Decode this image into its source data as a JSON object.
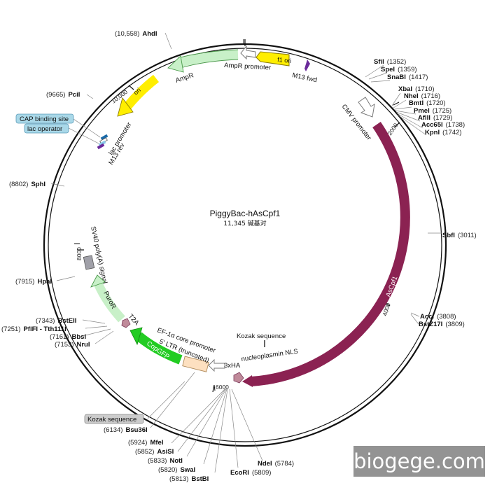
{
  "plasmid": {
    "name": "PiggyBac-hAsCpf1",
    "length_label": "11,345 碱基对"
  },
  "ticks": [
    "2000",
    "4000",
    "6000",
    "8000",
    "10,000"
  ],
  "features": {
    "f1_ori": "f1 ori",
    "m13_fwd": "M13 fwd",
    "ampr_promoter": "AmpR promoter",
    "ampr": "AmpR",
    "ori": "ori",
    "lac_promoter": "lac promoter",
    "m13_rev": "M13 rev",
    "cmv_promoter": "CMV promoter",
    "ascpf1": "AsCpf1",
    "kozak": "Kozak sequence",
    "np_nls": "nucleoplasmin NLS",
    "threexha": "3xHA",
    "ef1a": "EF-1α core promoter",
    "ltr5": "5' LTR (truncated)",
    "copgfp": "CopGFP",
    "t2a": "T2A",
    "puror": "PuroR",
    "sv40": "SV40 poly(A) signal"
  },
  "boxed_labels": {
    "cap": "CAP binding site",
    "lac_operator": "lac operator",
    "kozak_box": "Kozak sequence"
  },
  "sites": {
    "ahdi": {
      "name": "AhdI",
      "pos": "(10,558)"
    },
    "pcii": {
      "name": "PciI",
      "pos": "(9665)"
    },
    "sphi": {
      "name": "SphI",
      "pos": "(8802)"
    },
    "hpai": {
      "name": "HpaI",
      "pos": "(7915)"
    },
    "bsteii": {
      "name": "BstEII",
      "pos": "(7343)"
    },
    "pflfi": {
      "name": "PflFI - Tth111I",
      "pos": "(7251)"
    },
    "bbsi": {
      "name": "BbsI",
      "pos": "(7161)"
    },
    "drui": {
      "name": "NruI",
      "pos": "(7153)"
    },
    "bsu36i": {
      "name": "Bsu36I",
      "pos": "(6134)"
    },
    "mfei": {
      "name": "MfeI",
      "pos": "(5924)"
    },
    "asisi": {
      "name": "AsiSI",
      "pos": "(5852)"
    },
    "noti": {
      "name": "NotI",
      "pos": "(5833)"
    },
    "swai": {
      "name": "SwaI",
      "pos": "(5820)"
    },
    "bstbi": {
      "name": "BstBI",
      "pos": "(5813)"
    },
    "ecori": {
      "name": "EcoRI",
      "pos": "(5809)"
    },
    "ndei": {
      "name": "NdeI",
      "pos": "(5784)"
    },
    "sfii": {
      "name": "SfiI",
      "pos": "(1352)"
    },
    "spei": {
      "name": "SpeI",
      "pos": "(1359)"
    },
    "snabi": {
      "name": "SnaBI",
      "pos": "(1417)"
    },
    "xbai": {
      "name": "XbaI",
      "pos": "(1710)"
    },
    "nhei": {
      "name": "NheI",
      "pos": "(1716)"
    },
    "bmti": {
      "name": "BmtI",
      "pos": "(1720)"
    },
    "pmei": {
      "name": "PmeI",
      "pos": "(1725)"
    },
    "aflii": {
      "name": "AflII",
      "pos": "(1729)"
    },
    "acc65i": {
      "name": "Acc65I",
      "pos": "(1738)"
    },
    "kpni": {
      "name": "KpnI",
      "pos": "(1742)"
    },
    "sbfi": {
      "name": "SbfI",
      "pos": "(3011)"
    },
    "acci": {
      "name": "AccI",
      "pos": "(3808)"
    },
    "bstz17i": {
      "name": "BstZ17I",
      "pos": "(3809)"
    }
  },
  "watermark": "biogege.com",
  "colors": {
    "ascpf1": "#8b2252",
    "copgfp": "#22cc22",
    "puror": "#c8f0c8",
    "ampr": "#c8f0c8",
    "f1_ori": "#ffee00",
    "ori": "#ffee00",
    "ltr": "#fde0c0",
    "boxed_bg": "#a9d8e8",
    "kozak_box_bg": "#cccccc",
    "sv40": "#a0a0a8"
  }
}
